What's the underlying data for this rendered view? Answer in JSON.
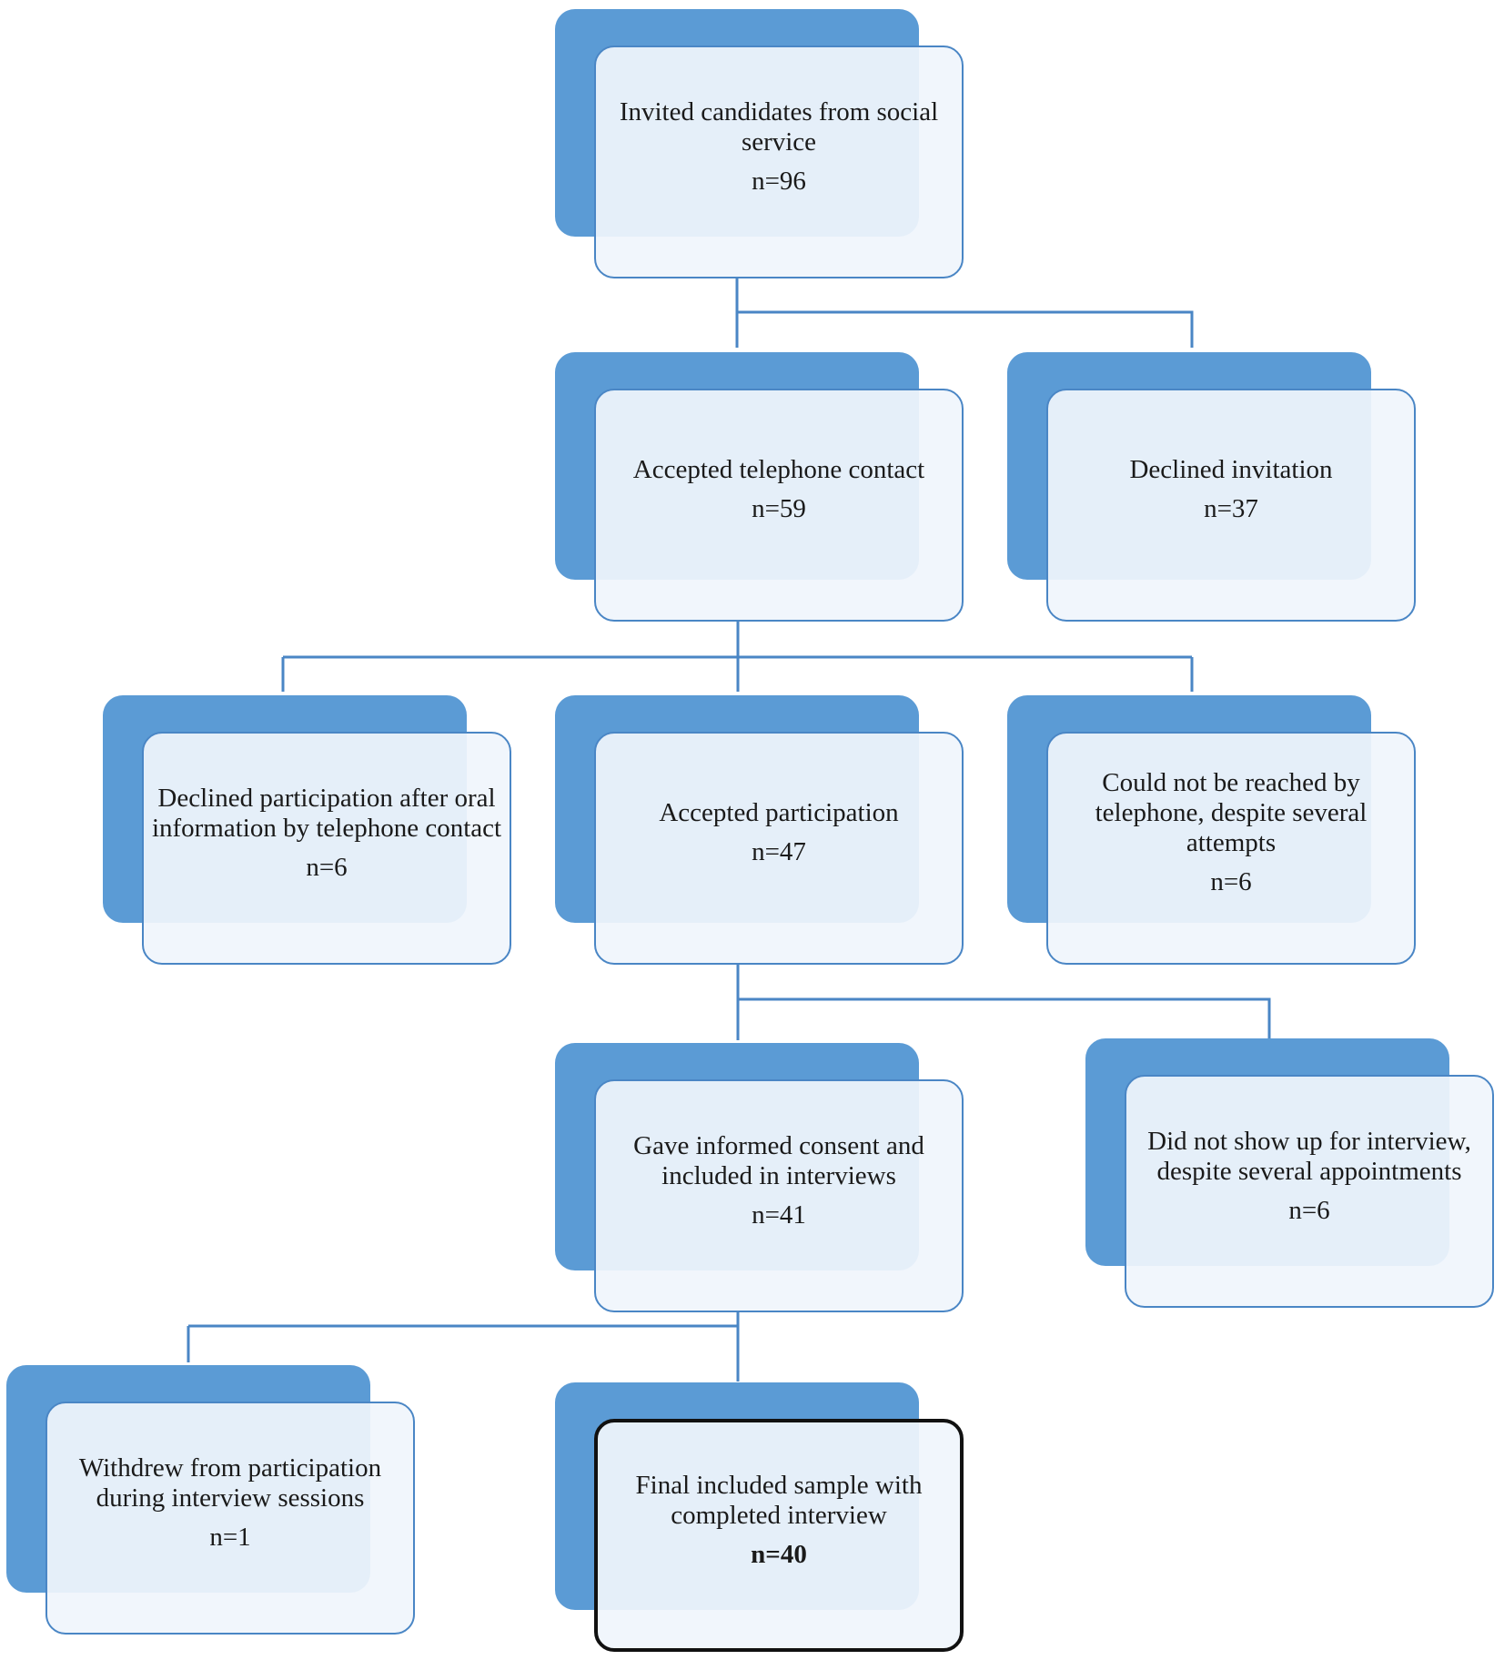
{
  "nodes": {
    "invited": {
      "label": "Invited candidates from social service",
      "count": "n=96"
    },
    "accepted_contact": {
      "label": "Accepted telephone contact",
      "count": "n=59"
    },
    "declined_invitation": {
      "label": "Declined invitation",
      "count": "n=37"
    },
    "declined_participation": {
      "label": "Declined participation after oral information by telephone contact",
      "count": "n=6"
    },
    "accepted_participation": {
      "label": "Accepted participation",
      "count": "n=47"
    },
    "not_reached": {
      "label": "Could not be reached by telephone, despite several attempts",
      "count": "n=6"
    },
    "informed_consent": {
      "label": "Gave informed consent and included in interviews",
      "count": "n=41"
    },
    "no_show": {
      "label": "Did not show up for interview, despite several appointments",
      "count": "n=6"
    },
    "withdrew": {
      "label": "Withdrew from participation during interview sessions",
      "count": "n=1"
    },
    "final_sample": {
      "label": "Final included sample with completed interview",
      "count": "n=40"
    }
  },
  "colors": {
    "box_back": "#5b9bd5",
    "box_front": "#f0f5fc",
    "box_border": "#4a86c5",
    "connector": "#4a86c5",
    "final_border": "#111111"
  }
}
